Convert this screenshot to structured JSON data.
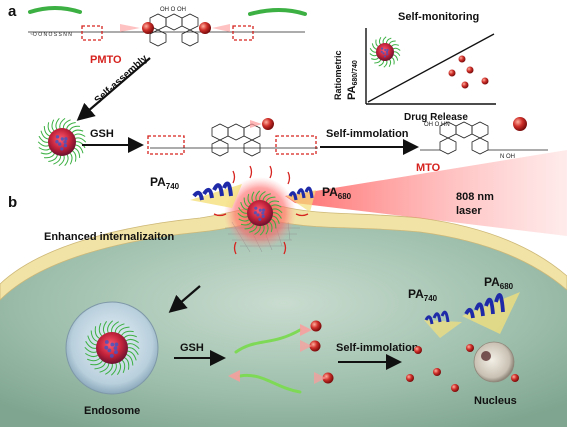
{
  "panel_a": {
    "letter": "a",
    "polymer_label": "PMTO",
    "self_assembly": "Self-assembly",
    "gsh": "GSH",
    "self_immolation": "Self-immolation",
    "mto_label": "MTO",
    "chart": {
      "title": "Self-monitoring",
      "ylabel_line1": "Ratiometric",
      "ylabel_main": "PA",
      "ylabel_sub": "680/740",
      "xlabel": "Drug Release"
    }
  },
  "panel_b": {
    "letter": "b",
    "pa740": "PA",
    "pa740_sub": "740",
    "pa680": "PA",
    "pa680_sub": "680",
    "laser_line1": "808 nm",
    "laser_line2": "laser",
    "internalization": "Enhanced internalizaiton",
    "gsh": "GSH",
    "self_immolation": "Self-immolation",
    "endosome": "Endosome",
    "nucleus": "Nucleus",
    "pa740_b": "PA",
    "pa740_b_sub": "740",
    "pa680_b": "PA",
    "pa680_b_sub": "680"
  },
  "colors": {
    "accent_red": "#d6231f",
    "cell_green": "#8fb7a4",
    "membrane_yellow": "#f3e6b0"
  }
}
